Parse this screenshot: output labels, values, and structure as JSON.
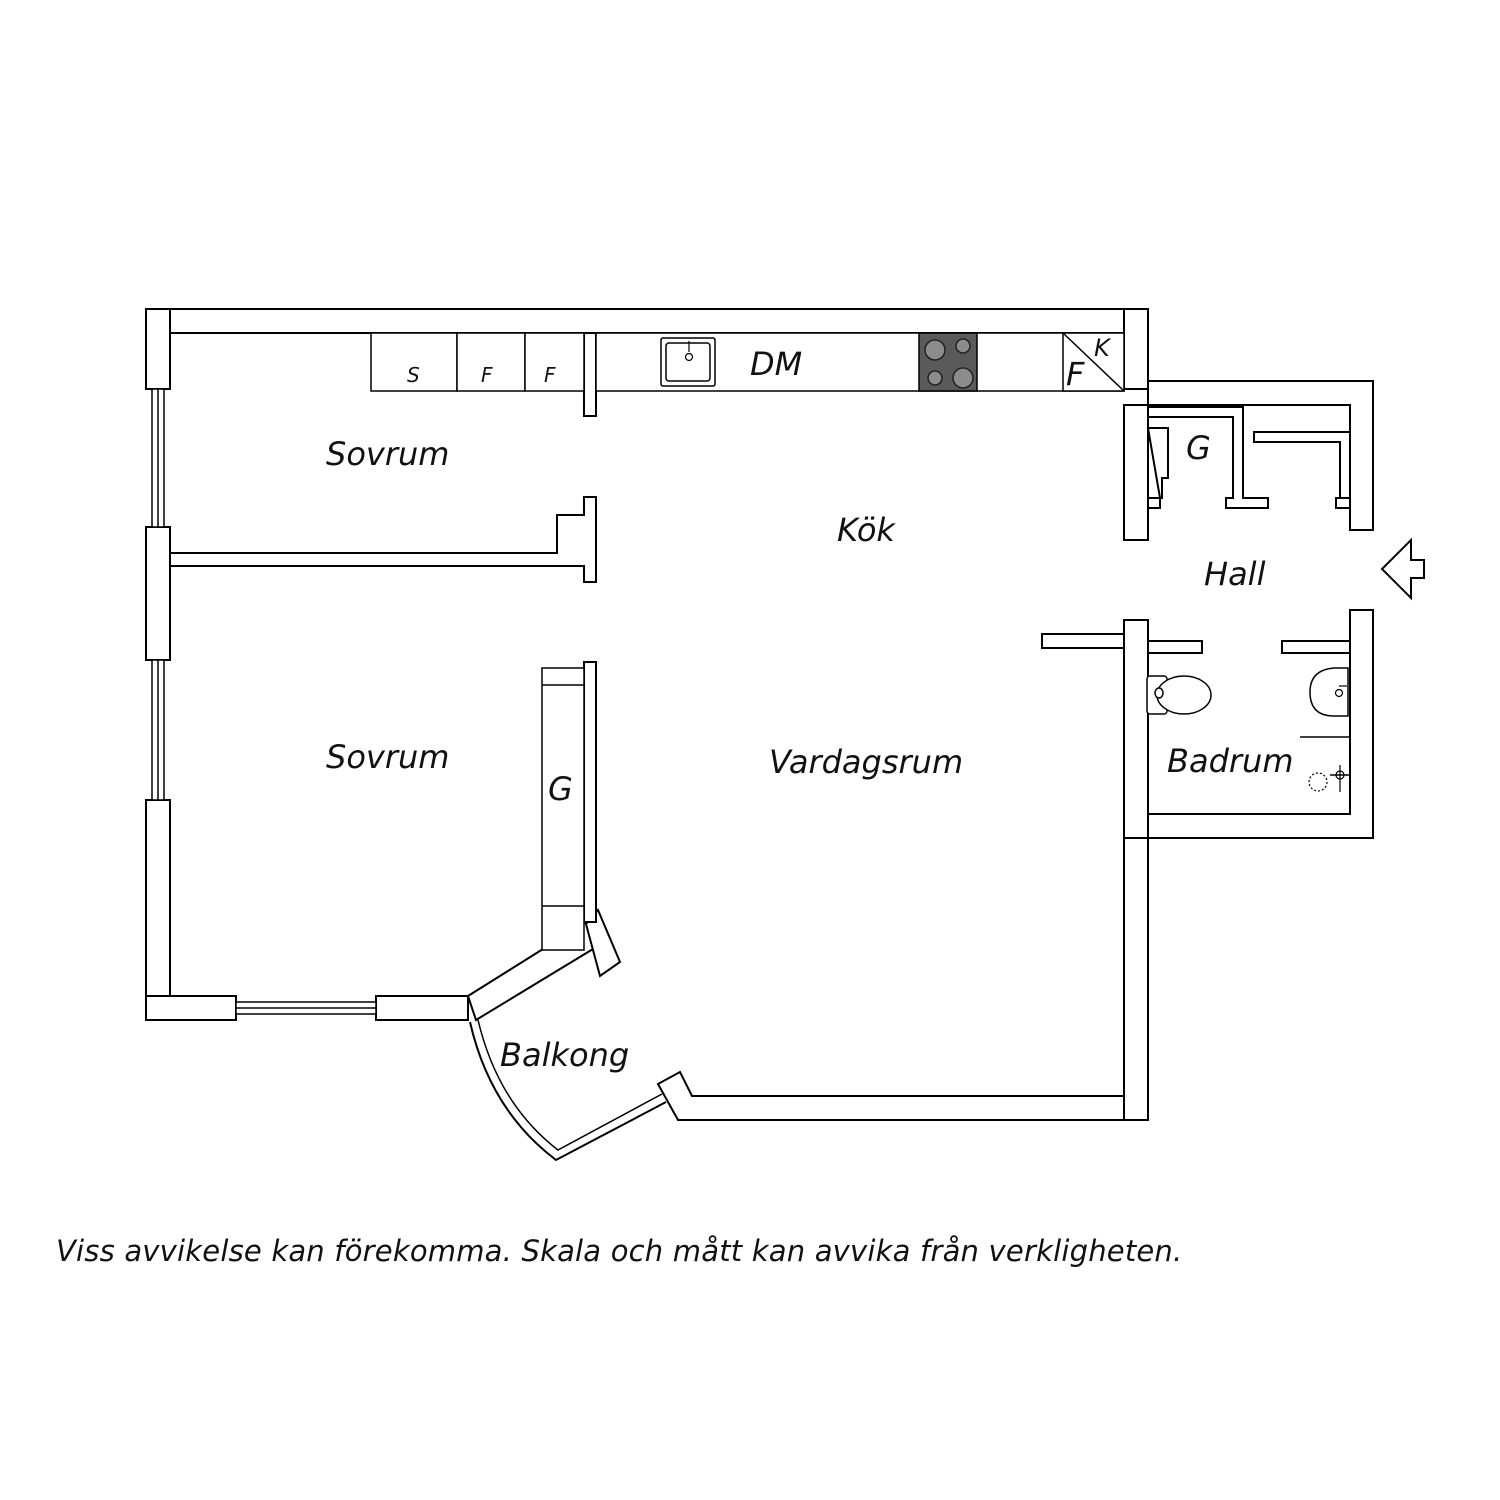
{
  "rooms": {
    "bedroom_top": "Sovrum",
    "bedroom_bottom": "Sovrum",
    "kitchen": "Kök",
    "living_room": "Vardagsrum",
    "hall": "Hall",
    "bathroom": "Badrum",
    "balcony": "Balkong"
  },
  "fixtures": {
    "wardrobe_s": "S",
    "wardrobe_f1": "F",
    "wardrobe_f2": "F",
    "dishwasher": "DM",
    "freezer": "F",
    "fridge": "K",
    "closet_hall": "G",
    "closet_bedroom": "G"
  },
  "disclaimer": "Viss avvikelse kan förekomma. Skala och mått kan avvika från verkligheten.",
  "colors": {
    "wall_stroke": "#000000",
    "stove_fill": "#5a5a5a",
    "background": "#ffffff"
  },
  "icons": [
    "entrance-arrow-icon",
    "sink-icon",
    "stove-icon",
    "toilet-icon",
    "washbasin-icon",
    "shower-icon"
  ]
}
